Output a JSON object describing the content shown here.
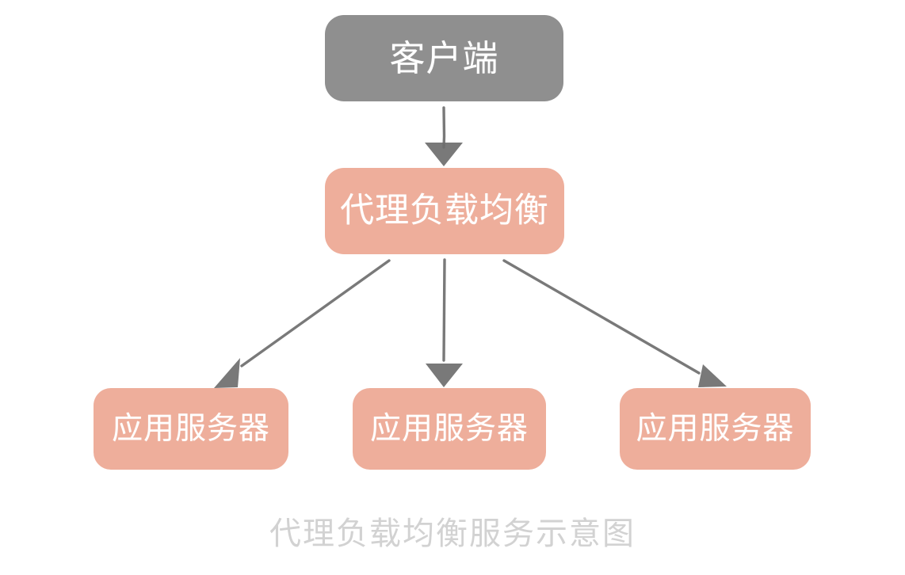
{
  "figure": {
    "caption": "代理负载均衡服务示意图",
    "background_color": "#ffffff",
    "caption_color": "#d2d2d2"
  },
  "palette": {
    "client_fill": "#8f8f8f",
    "proxy_fill": "#eeae9b",
    "appserver_fill": "#eeae9b",
    "node_text": "#ffffff",
    "arrow_stroke": "#6e6e6e"
  },
  "nodes": {
    "client": {
      "label": "客户端",
      "fill": "#8f8f8f",
      "text_color": "#ffffff"
    },
    "proxy": {
      "label": "代理负载均衡",
      "fill": "#eeae9b",
      "text_color": "#ffffff"
    },
    "app_servers": [
      {
        "label": "应用服务器",
        "fill": "#eeae9b",
        "text_color": "#ffffff"
      },
      {
        "label": "应用服务器",
        "fill": "#eeae9b",
        "text_color": "#ffffff"
      },
      {
        "label": "应用服务器",
        "fill": "#eeae9b",
        "text_color": "#ffffff"
      }
    ]
  },
  "edges": [
    {
      "name": "client-to-proxy",
      "from": "client",
      "to": "proxy",
      "style": "arrow"
    },
    {
      "name": "proxy-to-app-1",
      "from": "proxy",
      "to": "app_server_1",
      "style": "arrow"
    },
    {
      "name": "proxy-to-app-2",
      "from": "proxy",
      "to": "app_server_2",
      "style": "arrow"
    },
    {
      "name": "proxy-to-app-3",
      "from": "proxy",
      "to": "app_server_3",
      "style": "arrow"
    }
  ]
}
